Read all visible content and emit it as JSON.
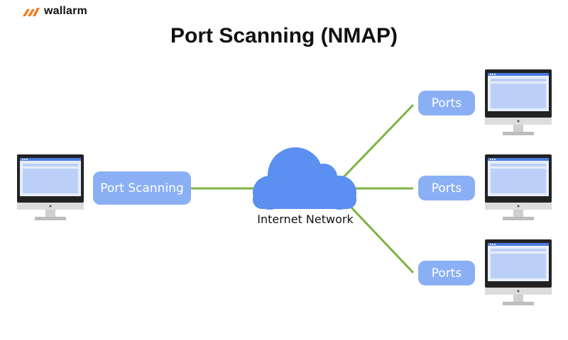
{
  "brand": {
    "name": "wallarm",
    "accent": "#f07d1f"
  },
  "title": "Port Scanning (NMAP)",
  "colors": {
    "pill": "#8aaff5",
    "cloud": "#5b8ff0",
    "line": "#7cb342",
    "monitor_frame": "#222222",
    "monitor_stand": "#cfcfcf",
    "screen_top": "#4a7be0",
    "screen_body": "#bcd0f7"
  },
  "diagram": {
    "scanner_label": "Port Scanning",
    "network_label": "Internet Network",
    "ports": [
      {
        "label": "Ports",
        "icon": "desktop-monitor-icon"
      },
      {
        "label": "Ports",
        "icon": "desktop-monitor-icon"
      },
      {
        "label": "Ports",
        "icon": "desktop-monitor-icon"
      }
    ],
    "scanner_icon": "desktop-monitor-icon",
    "network_icon": "cloud-icon"
  }
}
